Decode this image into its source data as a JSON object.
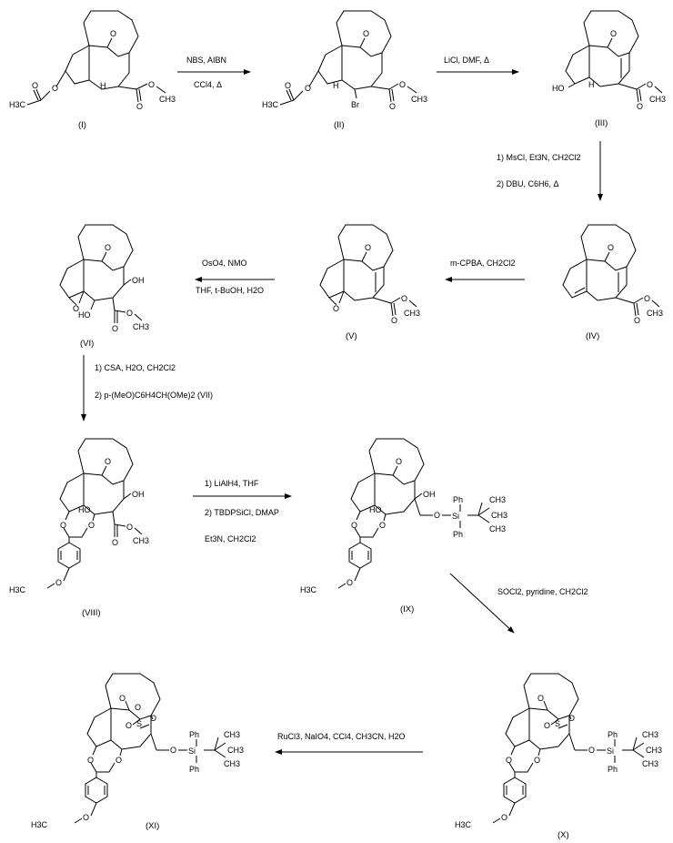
{
  "compounds": [
    {
      "id": "I",
      "label": "(I)"
    },
    {
      "id": "II",
      "label": "(II)"
    },
    {
      "id": "III",
      "label": "(III)"
    },
    {
      "id": "IV",
      "label": "(IV)"
    },
    {
      "id": "V",
      "label": "(V)"
    },
    {
      "id": "VI",
      "label": "(VI)"
    },
    {
      "id": "VIII",
      "label": "(VIII)"
    },
    {
      "id": "IX",
      "label": "(IX)"
    },
    {
      "id": "X",
      "label": "(X)"
    },
    {
      "id": "XI",
      "label": "(XI)"
    }
  ],
  "steps": {
    "s1": {
      "line1": "NBS, AIBN",
      "line2": "CCl4, Δ"
    },
    "s2": {
      "line1": "LiCl, DMF, Δ"
    },
    "s3": {
      "line1": "1) MsCl, Et3N, CH2Cl2",
      "line2": "2) DBU, C6H6, Δ"
    },
    "s4": {
      "line1": "m-CPBA, CH2Cl2"
    },
    "s5": {
      "line1": "OsO4, NMO",
      "line2": "THF, t-BuOH, H2O"
    },
    "s6": {
      "line1": "1) CSA, H2O, CH2Cl2",
      "line2": "2) p-(MeO)C6H4CH(OMe)2  (VII)"
    },
    "s7": {
      "line1": "1) LiAlH4, THF",
      "line2": "2) TBDPSiCl, DMAP",
      "line3": "Et3N, CH2Cl2"
    },
    "s8": {
      "line1": "SOCl2, pyridine, CH2Cl2"
    },
    "s9": {
      "line1": "RuCl3, NaIO4, CCl4, CH3CN, H2O"
    }
  },
  "atoms": {
    "O": "O",
    "H": "H",
    "Br": "Br",
    "HO": "HO",
    "OH": "OH",
    "H3C": "H3C",
    "CH3": "CH3",
    "Si": "Si",
    "Ph": "Ph",
    "S": "S"
  }
}
